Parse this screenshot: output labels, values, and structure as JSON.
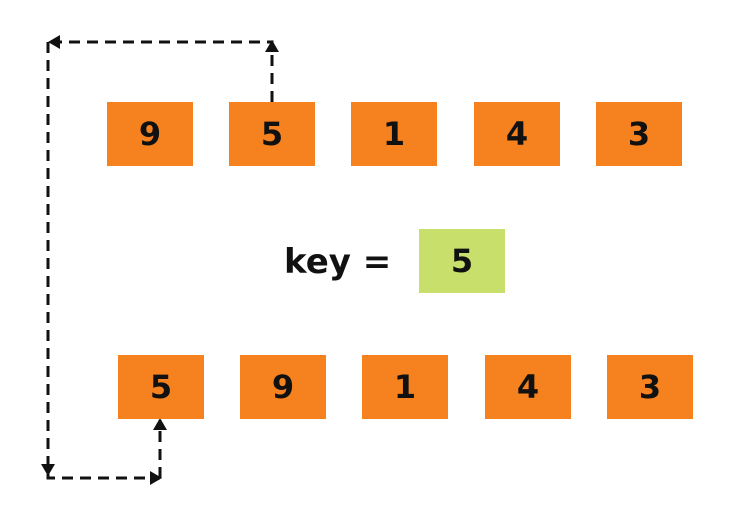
{
  "top_row": [
    "9",
    "5",
    "1",
    "4",
    "3"
  ],
  "bottom_row": [
    "5",
    "9",
    "1",
    "4",
    "3"
  ],
  "key": {
    "label": "key =",
    "value": "5"
  },
  "colors": {
    "array_cell": "#f5821f",
    "key_cell": "#c8e06b",
    "arrow": "#111111"
  }
}
